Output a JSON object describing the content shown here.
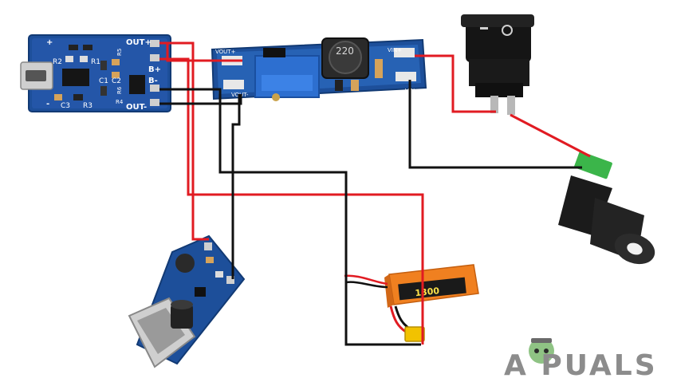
{
  "charger_module": {
    "labels": {
      "out_plus": "OUT+",
      "b_plus": "B+",
      "b_minus": "B-",
      "out_minus": "OUT-",
      "plus": "+",
      "minus": "-",
      "r1": "R1",
      "r2": "R2",
      "r3": "R3",
      "r4": "R4",
      "r5": "R5",
      "r6": "R6",
      "c1": "C1",
      "c2": "C2",
      "c3": "C3"
    }
  },
  "boost_module": {
    "labels": {
      "vout_plus": "VOUT+",
      "vout_minus": "VOUT-",
      "vin_plus": "VIN+",
      "vin_minus": "VIN-",
      "inductor": "220"
    }
  },
  "battery": {
    "label": "1300"
  },
  "logo": {
    "text": "A PUALS"
  },
  "colors": {
    "wire_positive": "#e11b22",
    "wire_negative": "#111111",
    "pcb_blue": "#1d4f9a",
    "pcb_blue_light": "#2a65b8",
    "battery_orange": "#f08020",
    "connector_green": "#3bb54a",
    "logo_gray": "#8c8c8c"
  }
}
